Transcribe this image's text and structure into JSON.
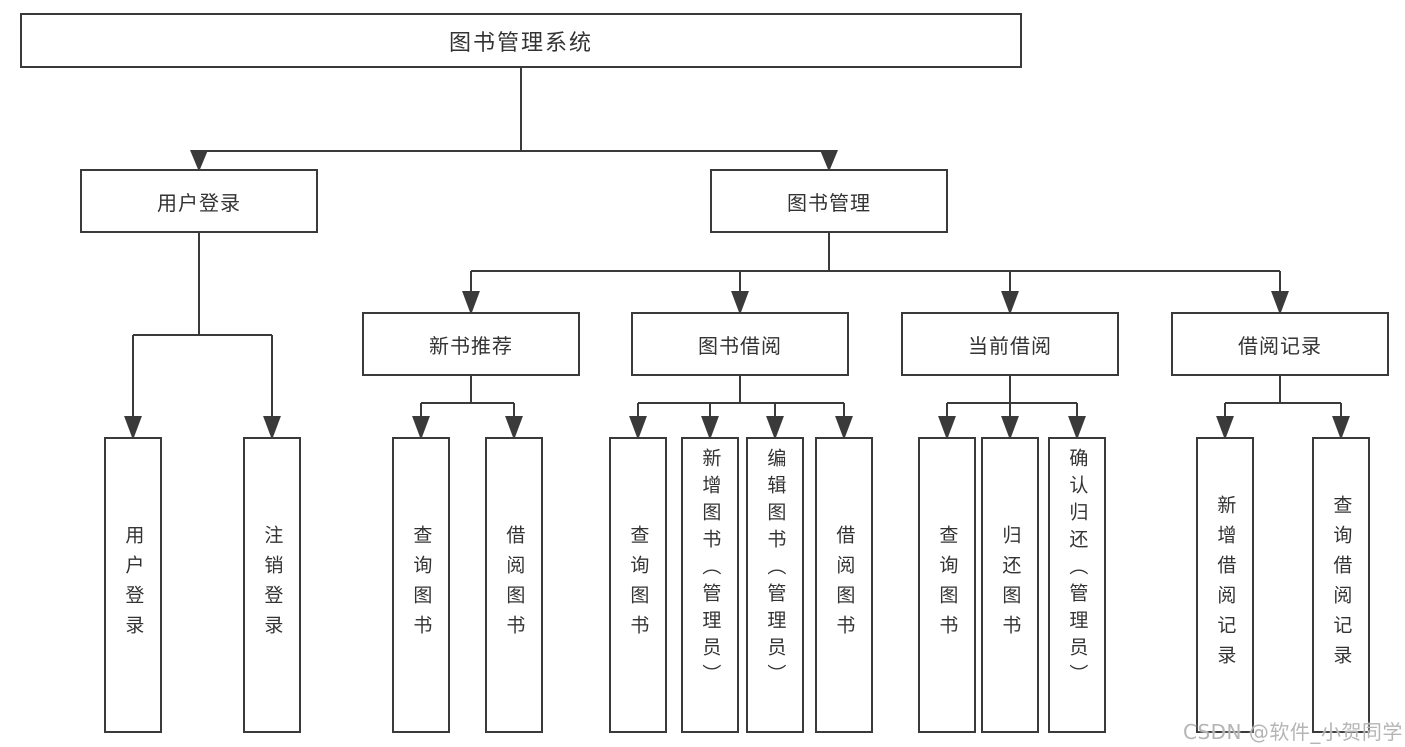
{
  "diagram": {
    "type": "hierarchy-tree",
    "root": {
      "label": "图书管理系统"
    },
    "level2": [
      {
        "id": "user-login",
        "label": "用户登录"
      },
      {
        "id": "book-management",
        "label": "图书管理"
      }
    ],
    "level3": [
      {
        "id": "new-book-recommend",
        "label": "新书推荐",
        "parent": "book-management"
      },
      {
        "id": "book-borrowing",
        "label": "图书借阅",
        "parent": "book-management"
      },
      {
        "id": "current-borrowing",
        "label": "当前借阅",
        "parent": "book-management"
      },
      {
        "id": "borrowing-records",
        "label": "借阅记录",
        "parent": "book-management"
      }
    ],
    "leaves": [
      {
        "id": "user-login-leaf",
        "label": "用户登录",
        "parent": "user-login"
      },
      {
        "id": "logout",
        "label": "注销登录",
        "parent": "user-login"
      },
      {
        "id": "query-books-1",
        "label": "查询图书",
        "parent": "new-book-recommend"
      },
      {
        "id": "borrow-books-1",
        "label": "借阅图书",
        "parent": "new-book-recommend"
      },
      {
        "id": "query-books-2",
        "label": "查询图书",
        "parent": "book-borrowing"
      },
      {
        "id": "add-books-admin",
        "label": "新增图书（管理员）",
        "parent": "book-borrowing"
      },
      {
        "id": "edit-books-admin",
        "label": "编辑图书（管理员）",
        "parent": "book-borrowing"
      },
      {
        "id": "borrow-books-2",
        "label": "借阅图书",
        "parent": "book-borrowing"
      },
      {
        "id": "query-books-3",
        "label": "查询图书",
        "parent": "current-borrowing"
      },
      {
        "id": "return-books",
        "label": "归还图书",
        "parent": "current-borrowing"
      },
      {
        "id": "confirm-return-admin",
        "label": "确认归还（管理员）",
        "parent": "current-borrowing"
      },
      {
        "id": "add-borrow-record",
        "label": "新增借阅记录",
        "parent": "borrowing-records"
      },
      {
        "id": "query-borrow-record",
        "label": "查询借阅记录",
        "parent": "borrowing-records"
      }
    ]
  },
  "watermark": {
    "text": "CSDN @软件_小贺同学"
  },
  "colors": {
    "line": "#3a3a3a",
    "box_border": "#3a3a3a",
    "text": "#333333",
    "watermark": "#b5b5b5",
    "background": "#ffffff"
  }
}
